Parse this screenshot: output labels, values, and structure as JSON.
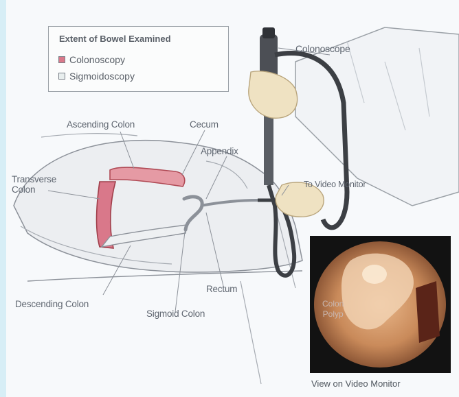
{
  "legend": {
    "title": "Extent of Bowel Examined",
    "items": [
      {
        "label": "Colonoscopy",
        "color": "#d9788a"
      },
      {
        "label": "Sigmoidoscopy",
        "color": "#e8eeee"
      }
    ]
  },
  "labels": {
    "colonoscope": "Colonoscope",
    "ascending_colon": "Ascending Colon",
    "cecum": "Cecum",
    "appendix": "Appendix",
    "to_video_monitor": "To Video Monitor",
    "transverse_colon": "Transverse\nColon",
    "descending_colon": "Descending Colon",
    "sigmoid_colon": "Sigmoid Colon",
    "rectum": "Rectum",
    "colon_polyp": "Colon\nPolyp",
    "monitor_caption": "View on Video Monitor"
  },
  "colors": {
    "colon_pink": "#e59aa4",
    "colon_dark": "#b04a55",
    "glove": "#efe2c2",
    "scope": "#4c4f55",
    "outline": "#8c9199"
  }
}
